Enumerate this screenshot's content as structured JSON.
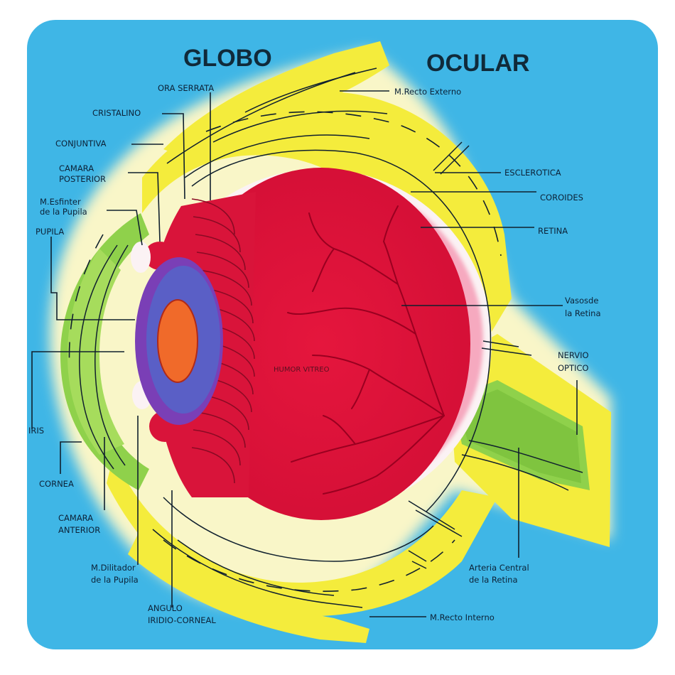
{
  "title_left": "GLOBO",
  "title_right": "OCULAR",
  "center_label": "HUMOR VITREO",
  "labels": {
    "ora_serrata": "ORA SERRATA",
    "cristalino": "CRISTALINO",
    "conjuntiva": "CONJUNTIVA",
    "camara_posterior_1": "CAMARA",
    "camara_posterior_2": "POSTERIOR",
    "esfinter_1": "M.Esfinter",
    "esfinter_2": "de la Pupila",
    "pupila": "PUPILA",
    "iris": "IRIS",
    "cornea": "CORNEA",
    "camara_anterior_1": "CAMARA",
    "camara_anterior_2": "ANTERIOR",
    "dilatador_1": "M.Dilitador",
    "dilatador_2": "de la Pupila",
    "angulo_1": "ANGULO",
    "angulo_2": "IRIDIO-CORNEAL",
    "recto_externo": "M.Recto Externo",
    "esclerotica": "ESCLEROTICA",
    "coroides": "COROIDES",
    "retina": "RETINA",
    "vasos_1": "Vasosde",
    "vasos_2": "la Retina",
    "nervio_1": "NERVIO",
    "nervio_2": "OPTICO",
    "arteria_1": "Arteria Central",
    "arteria_2": "de la Retina",
    "recto_interno": "M.Recto Interno"
  },
  "colors": {
    "board": "#3fb6e6",
    "sclera_yellow": "#f4ec3c",
    "glow": "#fbf6b4",
    "green": "#8fd14b",
    "choroid_white": "#fbf2f4",
    "retina_pink": "#f6a9bf",
    "vitreous_red": "#e0153b",
    "iris_purple": "#7a3fb6",
    "lens_blue": "#5a5fc6",
    "pupil_orange": "#f06a2a",
    "vessel": "#9a0020",
    "text": "#10202e"
  }
}
